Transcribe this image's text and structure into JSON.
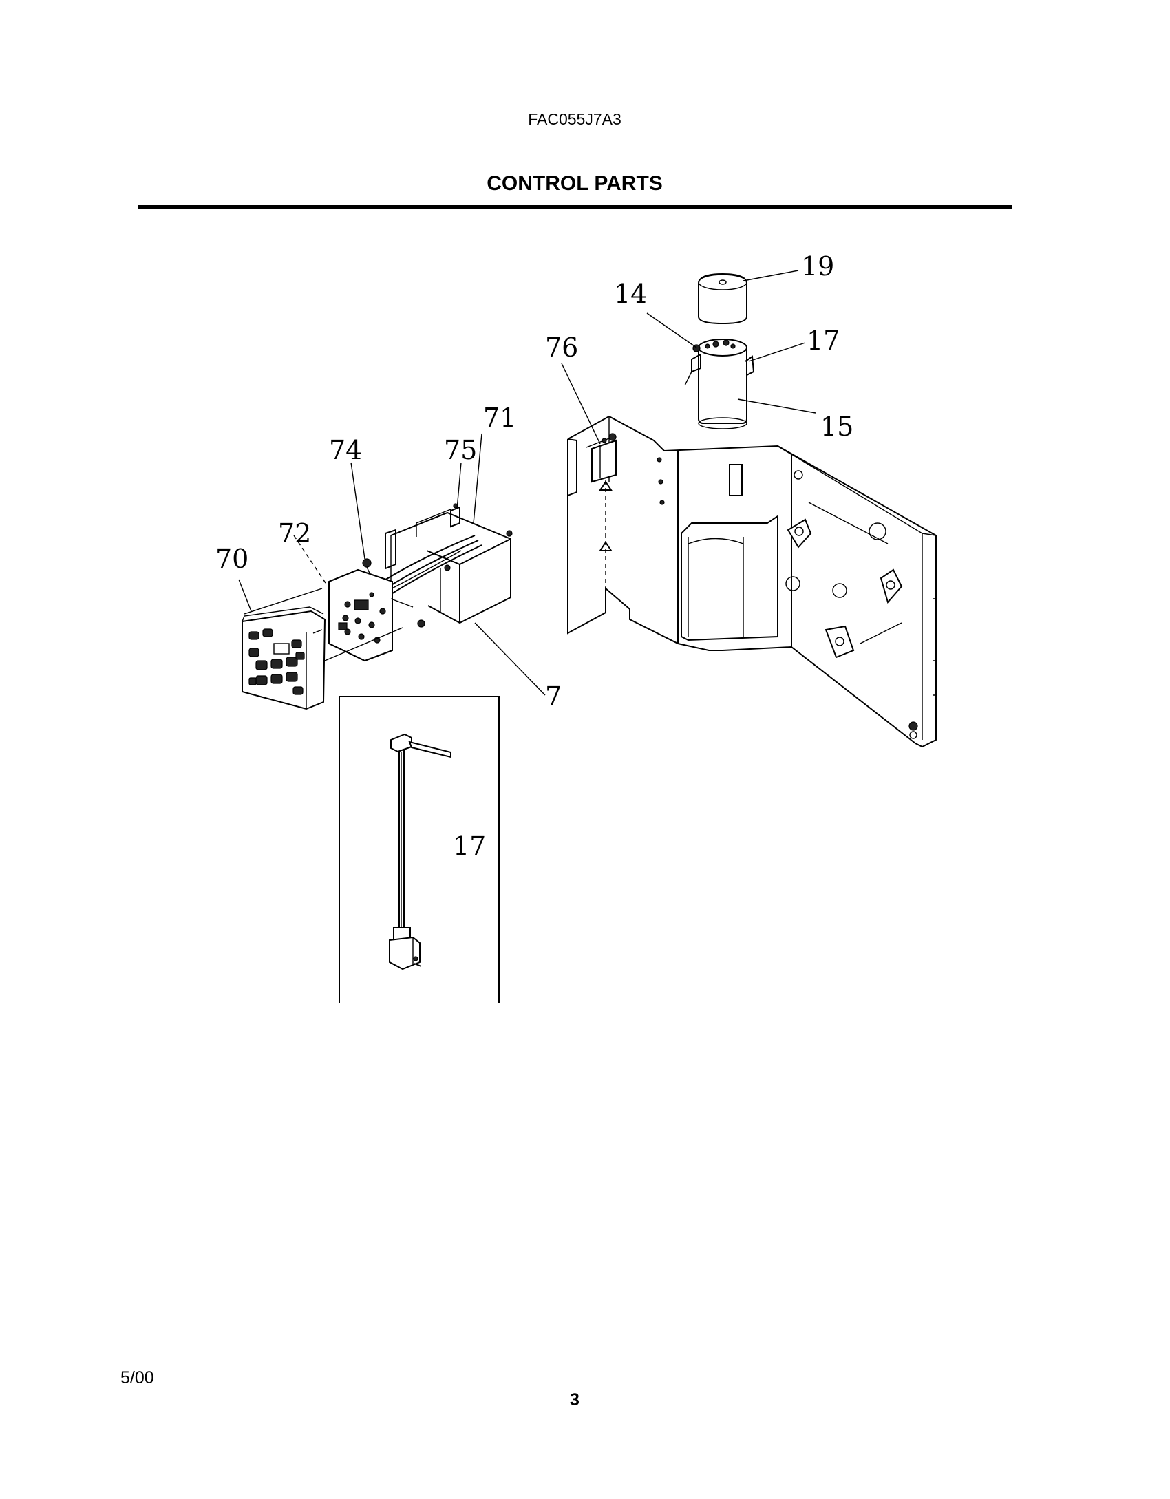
{
  "header": {
    "model": "FAC055J7A3",
    "title": "CONTROL PARTS"
  },
  "footer": {
    "date": "5/00",
    "page_number": "3"
  },
  "callouts": [
    {
      "id": "c19",
      "label": "19"
    },
    {
      "id": "c14",
      "label": "14"
    },
    {
      "id": "c17a",
      "label": "17"
    },
    {
      "id": "c76",
      "label": "76"
    },
    {
      "id": "c15",
      "label": "15"
    },
    {
      "id": "c71",
      "label": "71"
    },
    {
      "id": "c74",
      "label": "74"
    },
    {
      "id": "c75",
      "label": "75"
    },
    {
      "id": "c72",
      "label": "72"
    },
    {
      "id": "c70",
      "label": "70"
    },
    {
      "id": "c7",
      "label": "7"
    },
    {
      "id": "c17b",
      "label": "17"
    }
  ]
}
